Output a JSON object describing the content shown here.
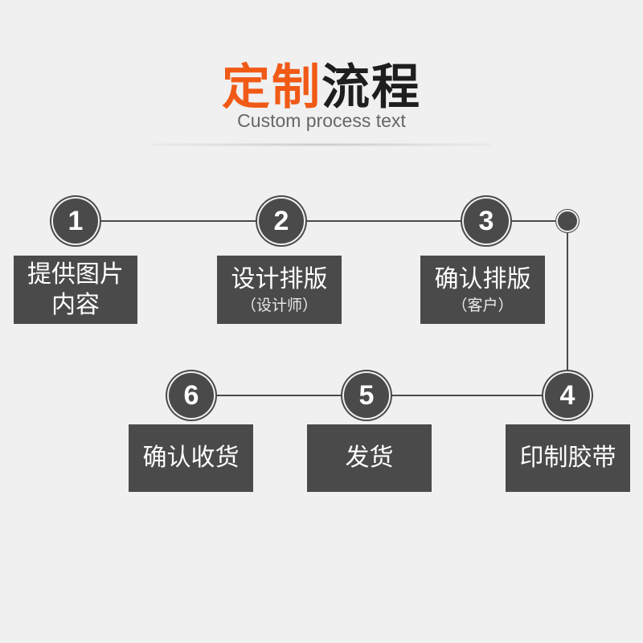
{
  "header": {
    "title_accent": "定制",
    "title_rest": "流程",
    "subtitle": "Custom process text"
  },
  "steps": [
    {
      "number": "1",
      "label_line1": "提供图片",
      "label_line2": "内容",
      "note": ""
    },
    {
      "number": "2",
      "label_line1": "设计排版",
      "label_line2": "",
      "note": "（设计师）"
    },
    {
      "number": "3",
      "label_line1": "确认排版",
      "label_line2": "",
      "note": "（客户）"
    },
    {
      "number": "4",
      "label_line1": "印制胶带",
      "label_line2": "",
      "note": ""
    },
    {
      "number": "5",
      "label_line1": "发货",
      "label_line2": "",
      "note": ""
    },
    {
      "number": "6",
      "label_line1": "确认收货",
      "label_line2": "",
      "note": ""
    }
  ],
  "colors": {
    "accent": "#f05a16",
    "node": "#4a4a4a",
    "background": "#f0f0f0"
  }
}
